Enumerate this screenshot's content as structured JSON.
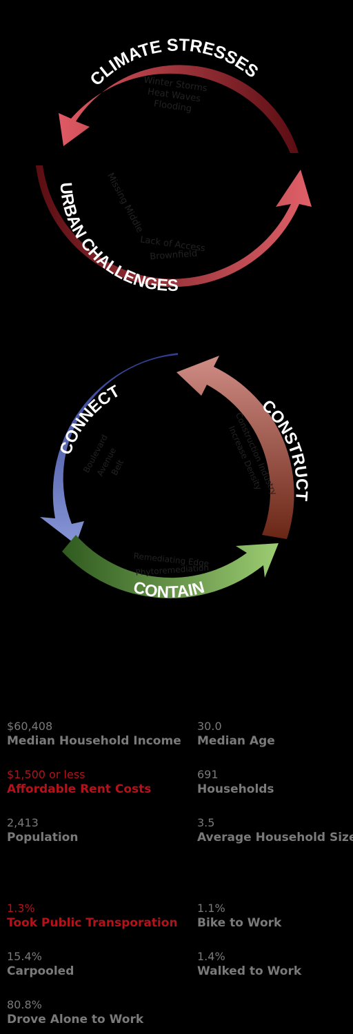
{
  "cycle1": {
    "climate_title": "CLIMATE STRESSES",
    "climate_items": [
      "Winter Storms",
      "Heat Waves",
      "Flooding"
    ],
    "urban_title": "URBAN CHALLENGES",
    "urban_item_missing": "Missing Middle",
    "urban_items": [
      "Lack of Access",
      "Brownfield"
    ],
    "colors": {
      "red_light": "#e05a64",
      "red_dark": "#5a0d12"
    }
  },
  "cycle2": {
    "connect_title": "CONNECT",
    "connect_items": [
      "Boulevard",
      "Avenue",
      "Belt"
    ],
    "construct_title": "CONSTRUCT",
    "construct_items": [
      "Construction Industry",
      "Increase Density"
    ],
    "contain_title": "CONTAIN",
    "contain_items": [
      "Remediating Edge",
      "Phytoremediation"
    ],
    "colors": {
      "blue_light": "#8796d6",
      "blue_dark": "#2f3c8f",
      "salmon": "#d08d86",
      "brown_dark": "#6a2615",
      "green_dark": "#2f5a1f",
      "green_light": "#9ccc72"
    }
  },
  "stats1": [
    {
      "value": "$60,408",
      "label": "Median Household Income",
      "highlight": false
    },
    {
      "value": "30.0",
      "label": "Median Age",
      "highlight": false
    },
    {
      "value": "$1,500 or less",
      "label": "Affordable Rent  Costs",
      "highlight": true
    },
    {
      "value": "691",
      "label": "Households",
      "highlight": false
    },
    {
      "value": "2,413",
      "label": "Population",
      "highlight": false
    },
    {
      "value": "3.5",
      "label": "Average Household Size",
      "highlight": false
    }
  ],
  "stats2": [
    {
      "value": "1.3%",
      "label": "Took Public Transporation",
      "highlight": true
    },
    {
      "value": "1.1%",
      "label": "Bike to Work",
      "highlight": false
    },
    {
      "value": "15.4%",
      "label": "Carpooled",
      "highlight": false
    },
    {
      "value": "1.4%",
      "label": "Walked to Work",
      "highlight": false
    },
    {
      "value": "80.8%",
      "label": "Drove Alone to Work",
      "highlight": false
    }
  ]
}
